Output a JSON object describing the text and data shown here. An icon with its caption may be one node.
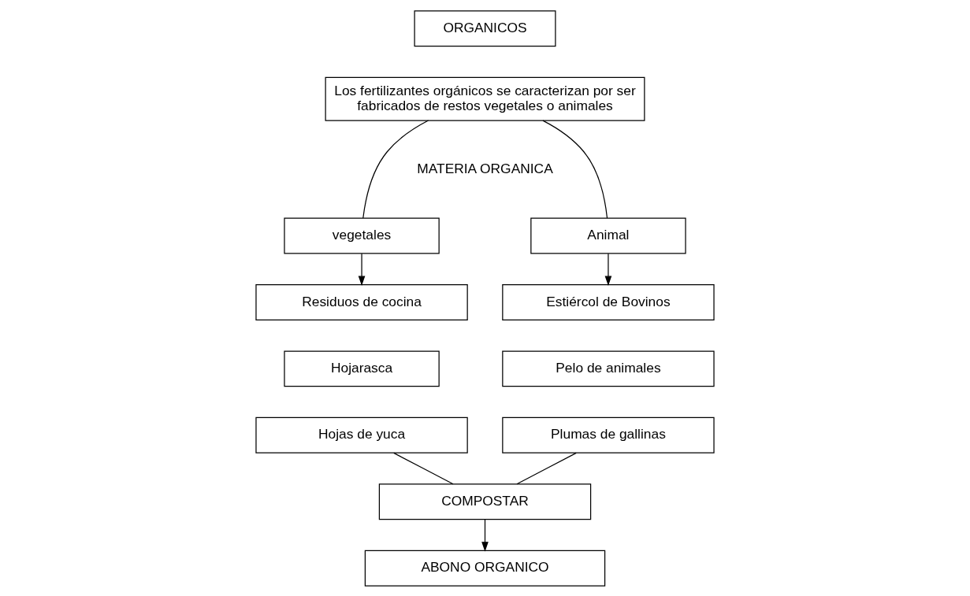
{
  "diagram": {
    "nodes": [
      {
        "text": [
          "ORGANICOS"
        ]
      },
      {
        "text": [
          "Los fertilizantes orgánicos se caracterizan por ser fabricados de restos vegetales o animales"
        ]
      },
      {
        "text": [
          "vegetales"
        ]
      },
      {
        "text": [
          "Animal"
        ]
      },
      {
        "text": [
          "Residuos de cocina"
        ]
      },
      {
        "text": [
          "Hojarasca"
        ]
      },
      {
        "text": [
          "Hojas de yuca"
        ]
      },
      {
        "text": [
          "Estiércol de Bovinos"
        ]
      },
      {
        "text": [
          "Pelo de animales"
        ]
      },
      {
        "text": [
          "Plumas de gallinas"
        ]
      },
      {
        "text": [
          "COMPOSTAR"
        ]
      },
      {
        "text": [
          "ABONO ORGANICO"
        ]
      }
    ],
    "edges": [
      {
        "from": 1,
        "to": 2,
        "arrow": "none"
      },
      {
        "from": 1,
        "to": 3,
        "arrow": "none"
      },
      {
        "from": 2,
        "to": 4,
        "arrow": "to"
      },
      {
        "from": 3,
        "to": 7,
        "arrow": "to"
      },
      {
        "from": 6,
        "to": 10,
        "arrow": "none"
      },
      {
        "from": 9,
        "to": 10,
        "arrow": "none"
      },
      {
        "from": 10,
        "to": 11,
        "arrow": "to"
      }
    ],
    "labels": [
      "MATERIA ORGANICA"
    ]
  }
}
